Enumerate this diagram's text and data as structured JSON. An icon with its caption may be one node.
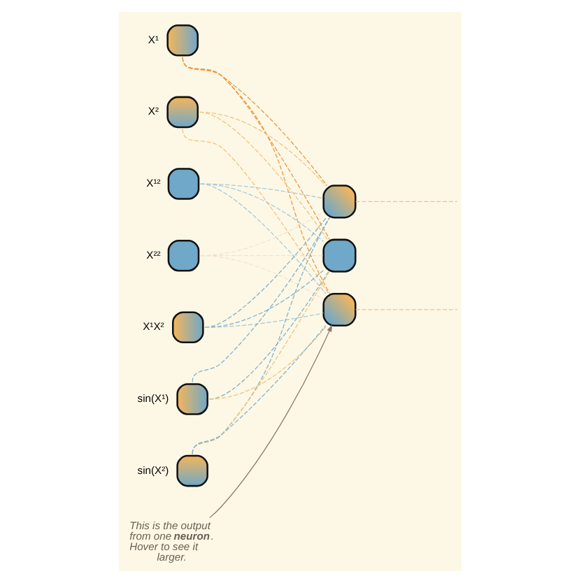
{
  "diagram": {
    "nodes": [
      {
        "text": [],
        "shape": "box",
        "beside": [
          "X¹"
        ]
      },
      {
        "text": [],
        "shape": "box",
        "beside": [
          "X²"
        ]
      },
      {
        "text": [],
        "shape": "box",
        "beside": [
          "X¹²"
        ]
      },
      {
        "text": [],
        "shape": "box",
        "beside": [
          "X²²"
        ]
      },
      {
        "text": [],
        "shape": "box",
        "beside": [
          "X¹X²"
        ]
      },
      {
        "text": [],
        "shape": "box",
        "beside": [
          "sin(X¹)"
        ]
      },
      {
        "text": [],
        "shape": "box",
        "beside": [
          "sin(X²)"
        ]
      },
      {
        "text": [],
        "shape": "box"
      },
      {
        "text": [],
        "shape": "box"
      },
      {
        "text": [],
        "shape": "box"
      },
      {
        "text": [
          "This is the output from one **neuron**. Hover to see it larger."
        ]
      }
    ],
    "edges": [
      {
        "from": 0,
        "to": 7,
        "arrow": "none",
        "style": "dashed",
        "color": "#f0963a"
      },
      {
        "from": 0,
        "to": 8,
        "arrow": "none",
        "style": "dashed",
        "color": "#f0963a"
      },
      {
        "from": 0,
        "to": 9,
        "arrow": "none",
        "style": "dashed",
        "color": "#f0963a"
      },
      {
        "from": 1,
        "to": 7,
        "arrow": "none",
        "style": "dashed",
        "color": "#f5c27a"
      },
      {
        "from": 1,
        "to": 8,
        "arrow": "none",
        "style": "dashed",
        "color": "#f5c27a"
      },
      {
        "from": 1,
        "to": 9,
        "arrow": "none",
        "style": "dashed",
        "color": "#f5c27a"
      },
      {
        "from": 2,
        "to": 7,
        "arrow": "none",
        "style": "dashed",
        "color": "#a9c8d8"
      },
      {
        "from": 2,
        "to": 8,
        "arrow": "none",
        "style": "dashed",
        "color": "#a9c8d8"
      },
      {
        "from": 2,
        "to": 9,
        "arrow": "none",
        "style": "dashed",
        "color": "#a9c8d8"
      },
      {
        "from": 3,
        "to": 7,
        "arrow": "none",
        "style": "dashed",
        "color": "#f2e2cc"
      },
      {
        "from": 3,
        "to": 8,
        "arrow": "none",
        "style": "dashed",
        "color": "#f2e2cc"
      },
      {
        "from": 3,
        "to": 9,
        "arrow": "none",
        "style": "dashed",
        "color": "#f2e2cc"
      },
      {
        "from": 4,
        "to": 7,
        "arrow": "none",
        "style": "dashed",
        "color": "#7fb0cc"
      },
      {
        "from": 4,
        "to": 8,
        "arrow": "none",
        "style": "dashed",
        "color": "#7fb0cc"
      },
      {
        "from": 4,
        "to": 9,
        "arrow": "none",
        "style": "dashed",
        "color": "#a9c8d8"
      },
      {
        "from": 5,
        "to": 7,
        "arrow": "none",
        "style": "dashed",
        "color": "#7fb0cc"
      },
      {
        "from": 5,
        "to": 8,
        "arrow": "none",
        "style": "dashed",
        "color": "#7fb0cc"
      },
      {
        "from": 5,
        "to": 9,
        "arrow": "none",
        "style": "dashed",
        "color": "#f5c27a"
      },
      {
        "from": 6,
        "to": 7,
        "arrow": "none",
        "style": "dashed",
        "color": "#7fb0cc"
      },
      {
        "from": 6,
        "to": 8,
        "arrow": "none",
        "style": "dashed",
        "color": "#f5c27a"
      },
      {
        "from": 6,
        "to": 9,
        "arrow": "none",
        "style": "dashed",
        "color": "#7fb0cc"
      },
      {
        "from": 7,
        "to": null,
        "arrow": "none",
        "style": "dashed",
        "color": "#f5c27a"
      },
      {
        "from": 9,
        "to": null,
        "arrow": "none",
        "style": "dashed",
        "color": "#f5c27a"
      },
      {
        "from": 10,
        "to": 9,
        "arrow": "to",
        "color": "#8a7a6a"
      }
    ]
  }
}
